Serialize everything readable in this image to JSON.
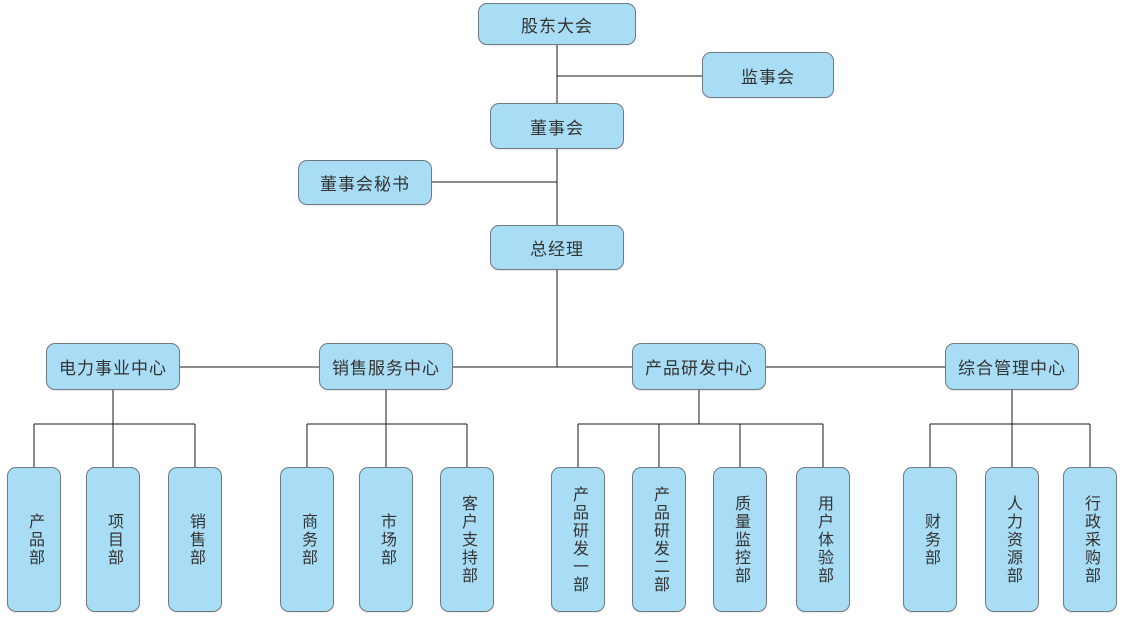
{
  "diagram": {
    "type": "org-chart",
    "colors": {
      "node_fill": "#A9DCF5",
      "node_border": "#6E7A84",
      "node_text": "#333333",
      "connector": "#1A1A1A",
      "background": "#FFFFFF"
    },
    "nodes": {
      "shareholders": {
        "label": "股东大会"
      },
      "supervisory": {
        "label": "监事会"
      },
      "board": {
        "label": "董事会"
      },
      "secretary": {
        "label": "董事会秘书"
      },
      "gm": {
        "label": "总经理"
      },
      "centers": [
        {
          "label": "电力事业中心",
          "departments": [
            "产品部",
            "项目部",
            "销售部"
          ]
        },
        {
          "label": "销售服务中心",
          "departments": [
            "商务部",
            "市场部",
            "客户支持部"
          ]
        },
        {
          "label": "产品研发中心",
          "departments": [
            "产品研发一部",
            "产品研发二部",
            "质量监控部",
            "用户体验部"
          ]
        },
        {
          "label": "综合管理中心",
          "departments": [
            "财务部",
            "人力资源部",
            "行政采购部"
          ]
        }
      ]
    }
  }
}
